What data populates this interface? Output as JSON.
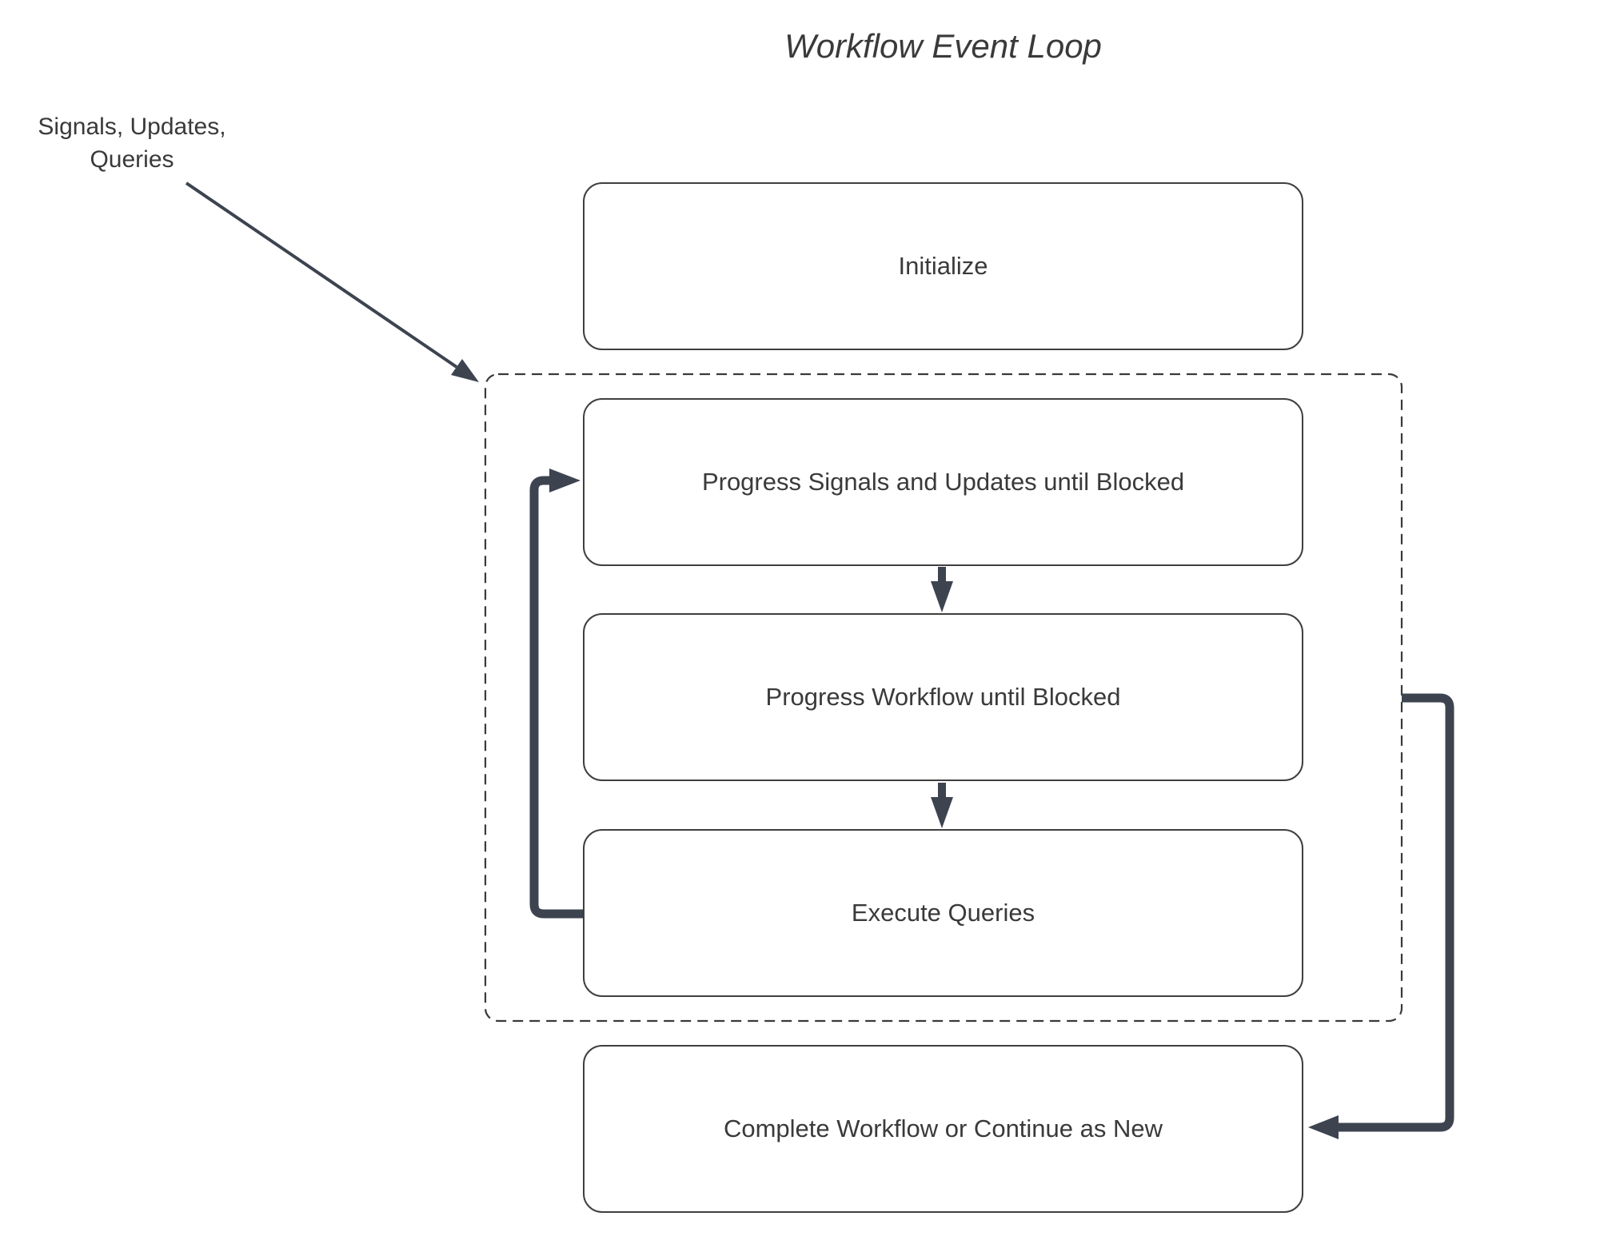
{
  "title": "Workflow Event Loop",
  "annotation": {
    "line1": "Signals, Updates,",
    "line2": "Queries"
  },
  "nodes": [
    {
      "id": "initialize",
      "label": "Initialize"
    },
    {
      "id": "progress-signals",
      "label": "Progress Signals and Updates until Blocked"
    },
    {
      "id": "progress-workflow",
      "label": "Progress Workflow until Blocked"
    },
    {
      "id": "execute-queries",
      "label": "Execute Queries"
    },
    {
      "id": "complete",
      "label": "Complete Workflow or Continue as New"
    }
  ],
  "colors": {
    "connector": "#3d4450",
    "border": "#3f3f3f",
    "text": "#3a3a3a",
    "dashed": "#3a3a3a",
    "background": "#ffffff"
  }
}
